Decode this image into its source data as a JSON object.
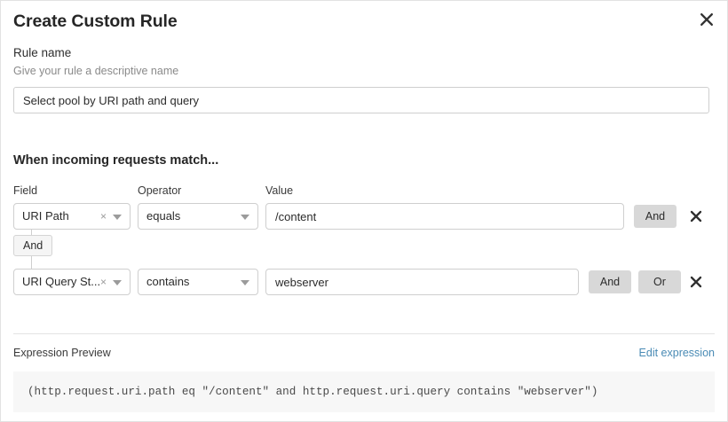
{
  "modal": {
    "title": "Create Custom Rule",
    "close_icon": "close-icon"
  },
  "rule_name": {
    "label": "Rule name",
    "help": "Give your rule a descriptive name",
    "value": "Select pool by URI path and query",
    "placeholder": "Select pool by URI path and query"
  },
  "conditions_section": {
    "heading": "When incoming requests match...",
    "columns": {
      "field": "Field",
      "operator": "Operator",
      "value": "Value"
    },
    "connector_badge": "And",
    "rows": [
      {
        "field": "URI Path",
        "operator": "equals",
        "value": "/content",
        "buttons": [
          "And"
        ],
        "clear_glyph": "×"
      },
      {
        "field": "URI Query St...",
        "operator": "contains",
        "value": "webserver",
        "buttons": [
          "And",
          "Or"
        ],
        "clear_glyph": "×"
      }
    ]
  },
  "expression_preview": {
    "label": "Expression Preview",
    "edit_link": "Edit expression",
    "expression": "(http.request.uri.path eq \"/content\" and http.request.uri.query contains \"webserver\")"
  },
  "colors": {
    "accent_link": "#4a8bb5",
    "button_gray": "#d8d8d8",
    "badge_gray": "#f5f5f5",
    "code_bg": "#f7f7f7",
    "border": "#cfcfcf"
  }
}
